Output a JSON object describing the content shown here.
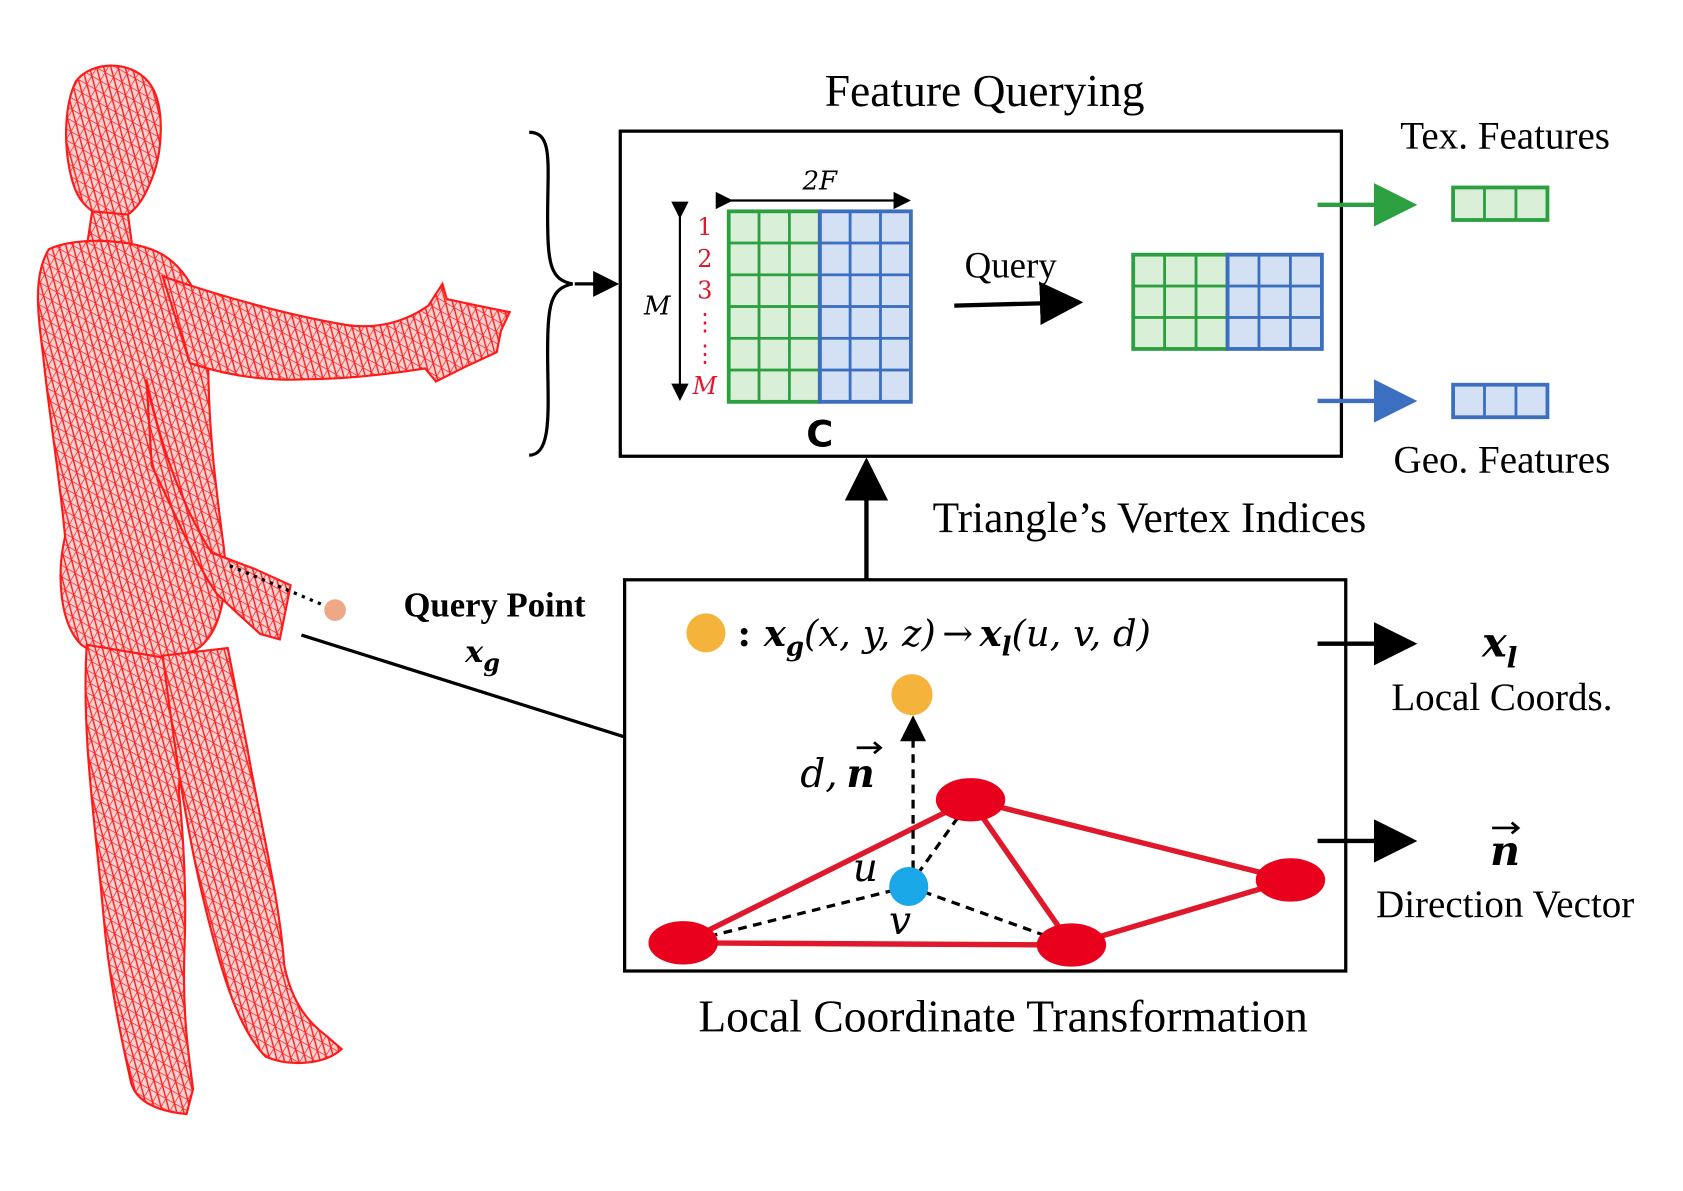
{
  "figure": {
    "feature_querying_title": "Feature Querying",
    "local_transform_title": "Local Coordinate Transformation",
    "vertex_indices_label": "Triangle’s Vertex Indices",
    "query_label": "Query",
    "query_point_label": "Query Point",
    "xg_symbol": "x",
    "xg_subscript": "g",
    "codebook": {
      "width_label": "2F",
      "height_label": "M",
      "row_labels": [
        "1",
        "2",
        "3",
        "⋮",
        "⋮",
        "M"
      ],
      "name": "C",
      "rows": 6,
      "tex_cols": 3,
      "geo_cols": 3
    },
    "queried_rows": 3,
    "outputs": {
      "tex_features": "Tex. Features",
      "geo_features": "Geo. Features",
      "local_coords_symbol": "x",
      "local_coords_subscript": "l",
      "local_coords_label": "Local Coords.",
      "direction_symbol": "n",
      "direction_label": "Direction Vector"
    },
    "transform_formula": {
      "lhs": "x",
      "lhs_sub": "g",
      "lhs_args": "(x, y, z)",
      "arrow": "→",
      "rhs": "x",
      "rhs_sub": "l",
      "rhs_args": "(u, v, d)"
    },
    "geometry_labels": {
      "d_n": "d,",
      "n": "n",
      "u": "u",
      "v": "v"
    },
    "colors": {
      "mesh_red": "#ff1a1a",
      "vertex_red": "#e8001c",
      "edge_red": "#e0182c",
      "tex_green": "#2ca040",
      "tex_fill": "#d9efd8",
      "geo_blue": "#3d6fc0",
      "geo_fill": "#d4e0f4",
      "row_label_red": "#e0182c",
      "query_orange": "#f4b33a",
      "query_dot_salmon": "#eea888",
      "projection_blue": "#1aa7e8"
    }
  }
}
